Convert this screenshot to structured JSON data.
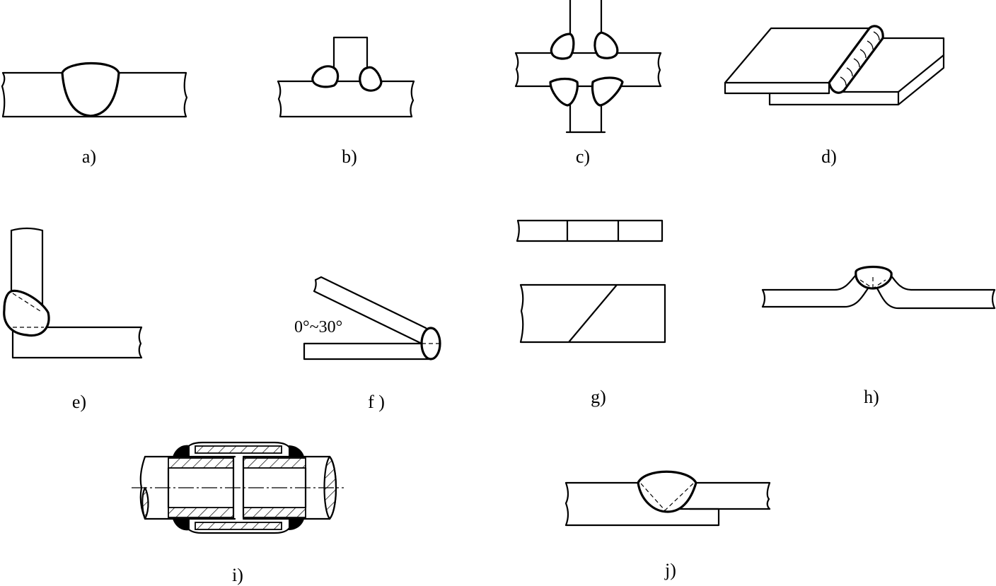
{
  "figure": {
    "panels": [
      {
        "id": "a",
        "label": "a)"
      },
      {
        "id": "b",
        "label": "b)"
      },
      {
        "id": "c",
        "label": "c)"
      },
      {
        "id": "d",
        "label": "d)"
      },
      {
        "id": "e",
        "label": "e)"
      },
      {
        "id": "f",
        "label": "f )",
        "annotation": "0°~30°"
      },
      {
        "id": "g",
        "label": "g)"
      },
      {
        "id": "h",
        "label": "h)"
      },
      {
        "id": "i",
        "label": "i)"
      },
      {
        "id": "j",
        "label": "j)"
      }
    ]
  }
}
